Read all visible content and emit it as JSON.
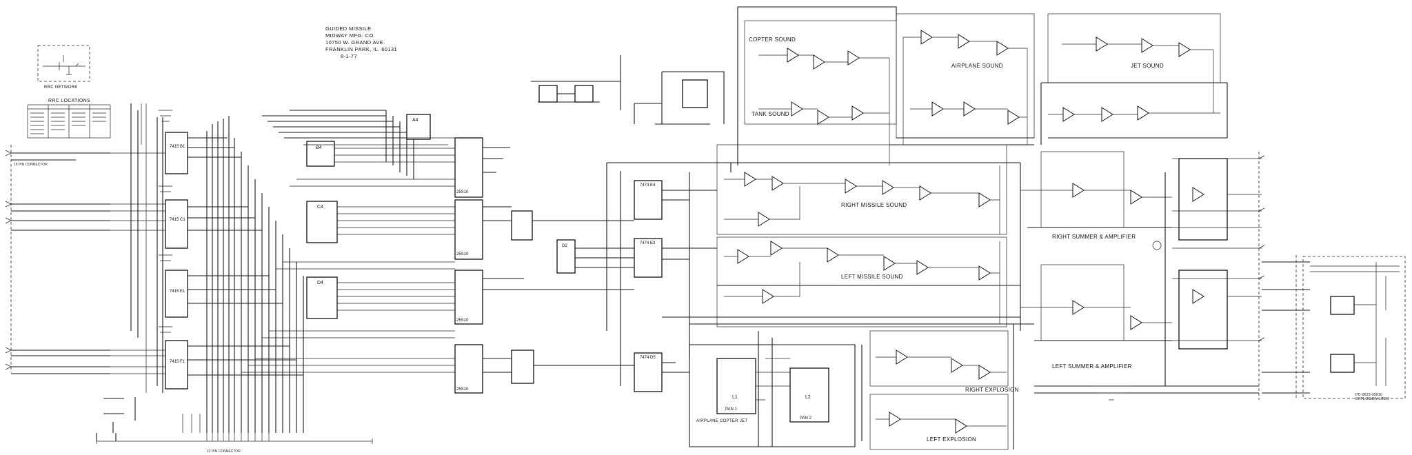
{
  "header": {
    "lines": [
      "GUIDED MISSILE",
      "MIDWAY MFG. CO.",
      "10750 W. GRAND AVE.",
      "FRANKLIN PARK, IL. 60131",
      "8-1-77"
    ]
  },
  "rrc": {
    "network_label": "RRC NETWORK",
    "locations_title": "RRC LOCATIONS"
  },
  "chips": {
    "b1": "7415\nB1",
    "c1": "7415\nC1",
    "e1": "7415\nE1",
    "f1": "7415\nF1",
    "b4": "B4",
    "c4": "C4",
    "d4": "D4",
    "a4": "A4",
    "b2": "25S10",
    "c2": "25S10",
    "d2": "25S10",
    "e2": "25S10",
    "e4": "7474\nE4",
    "e3": "7474\nE3",
    "d5": "7474\nD5",
    "d2b": "D2",
    "l1": "L1",
    "l2": "L2",
    "pan1": "PAN 1",
    "pan2": "PAN 2"
  },
  "sections": {
    "copter": "COPTER SOUND",
    "tank": "TANK SOUND",
    "airplane": "AIRPLANE SOUND",
    "jet": "JET SOUND",
    "right_missile": "RIGHT MISSILE SOUND",
    "left_missile": "LEFT MISSILE SOUND",
    "right_summer": "RIGHT SUMMER & AMPLIFIER",
    "left_summer": "LEFT SUMMER & AMPLIFIER",
    "right_explosion": "RIGHT EXPLOSION",
    "left_explosion": "LEFT EXPLOSION",
    "airplane_copter_jet": "AIRPLANE COPTER JET",
    "explosion_lites": "EXPLOSION LITES",
    "explosion_part": "PC-0623-00910",
    "connector_bottom": "22 PIN CONNECTOR",
    "connector_left": "15 PIN CONNECTOR"
  }
}
